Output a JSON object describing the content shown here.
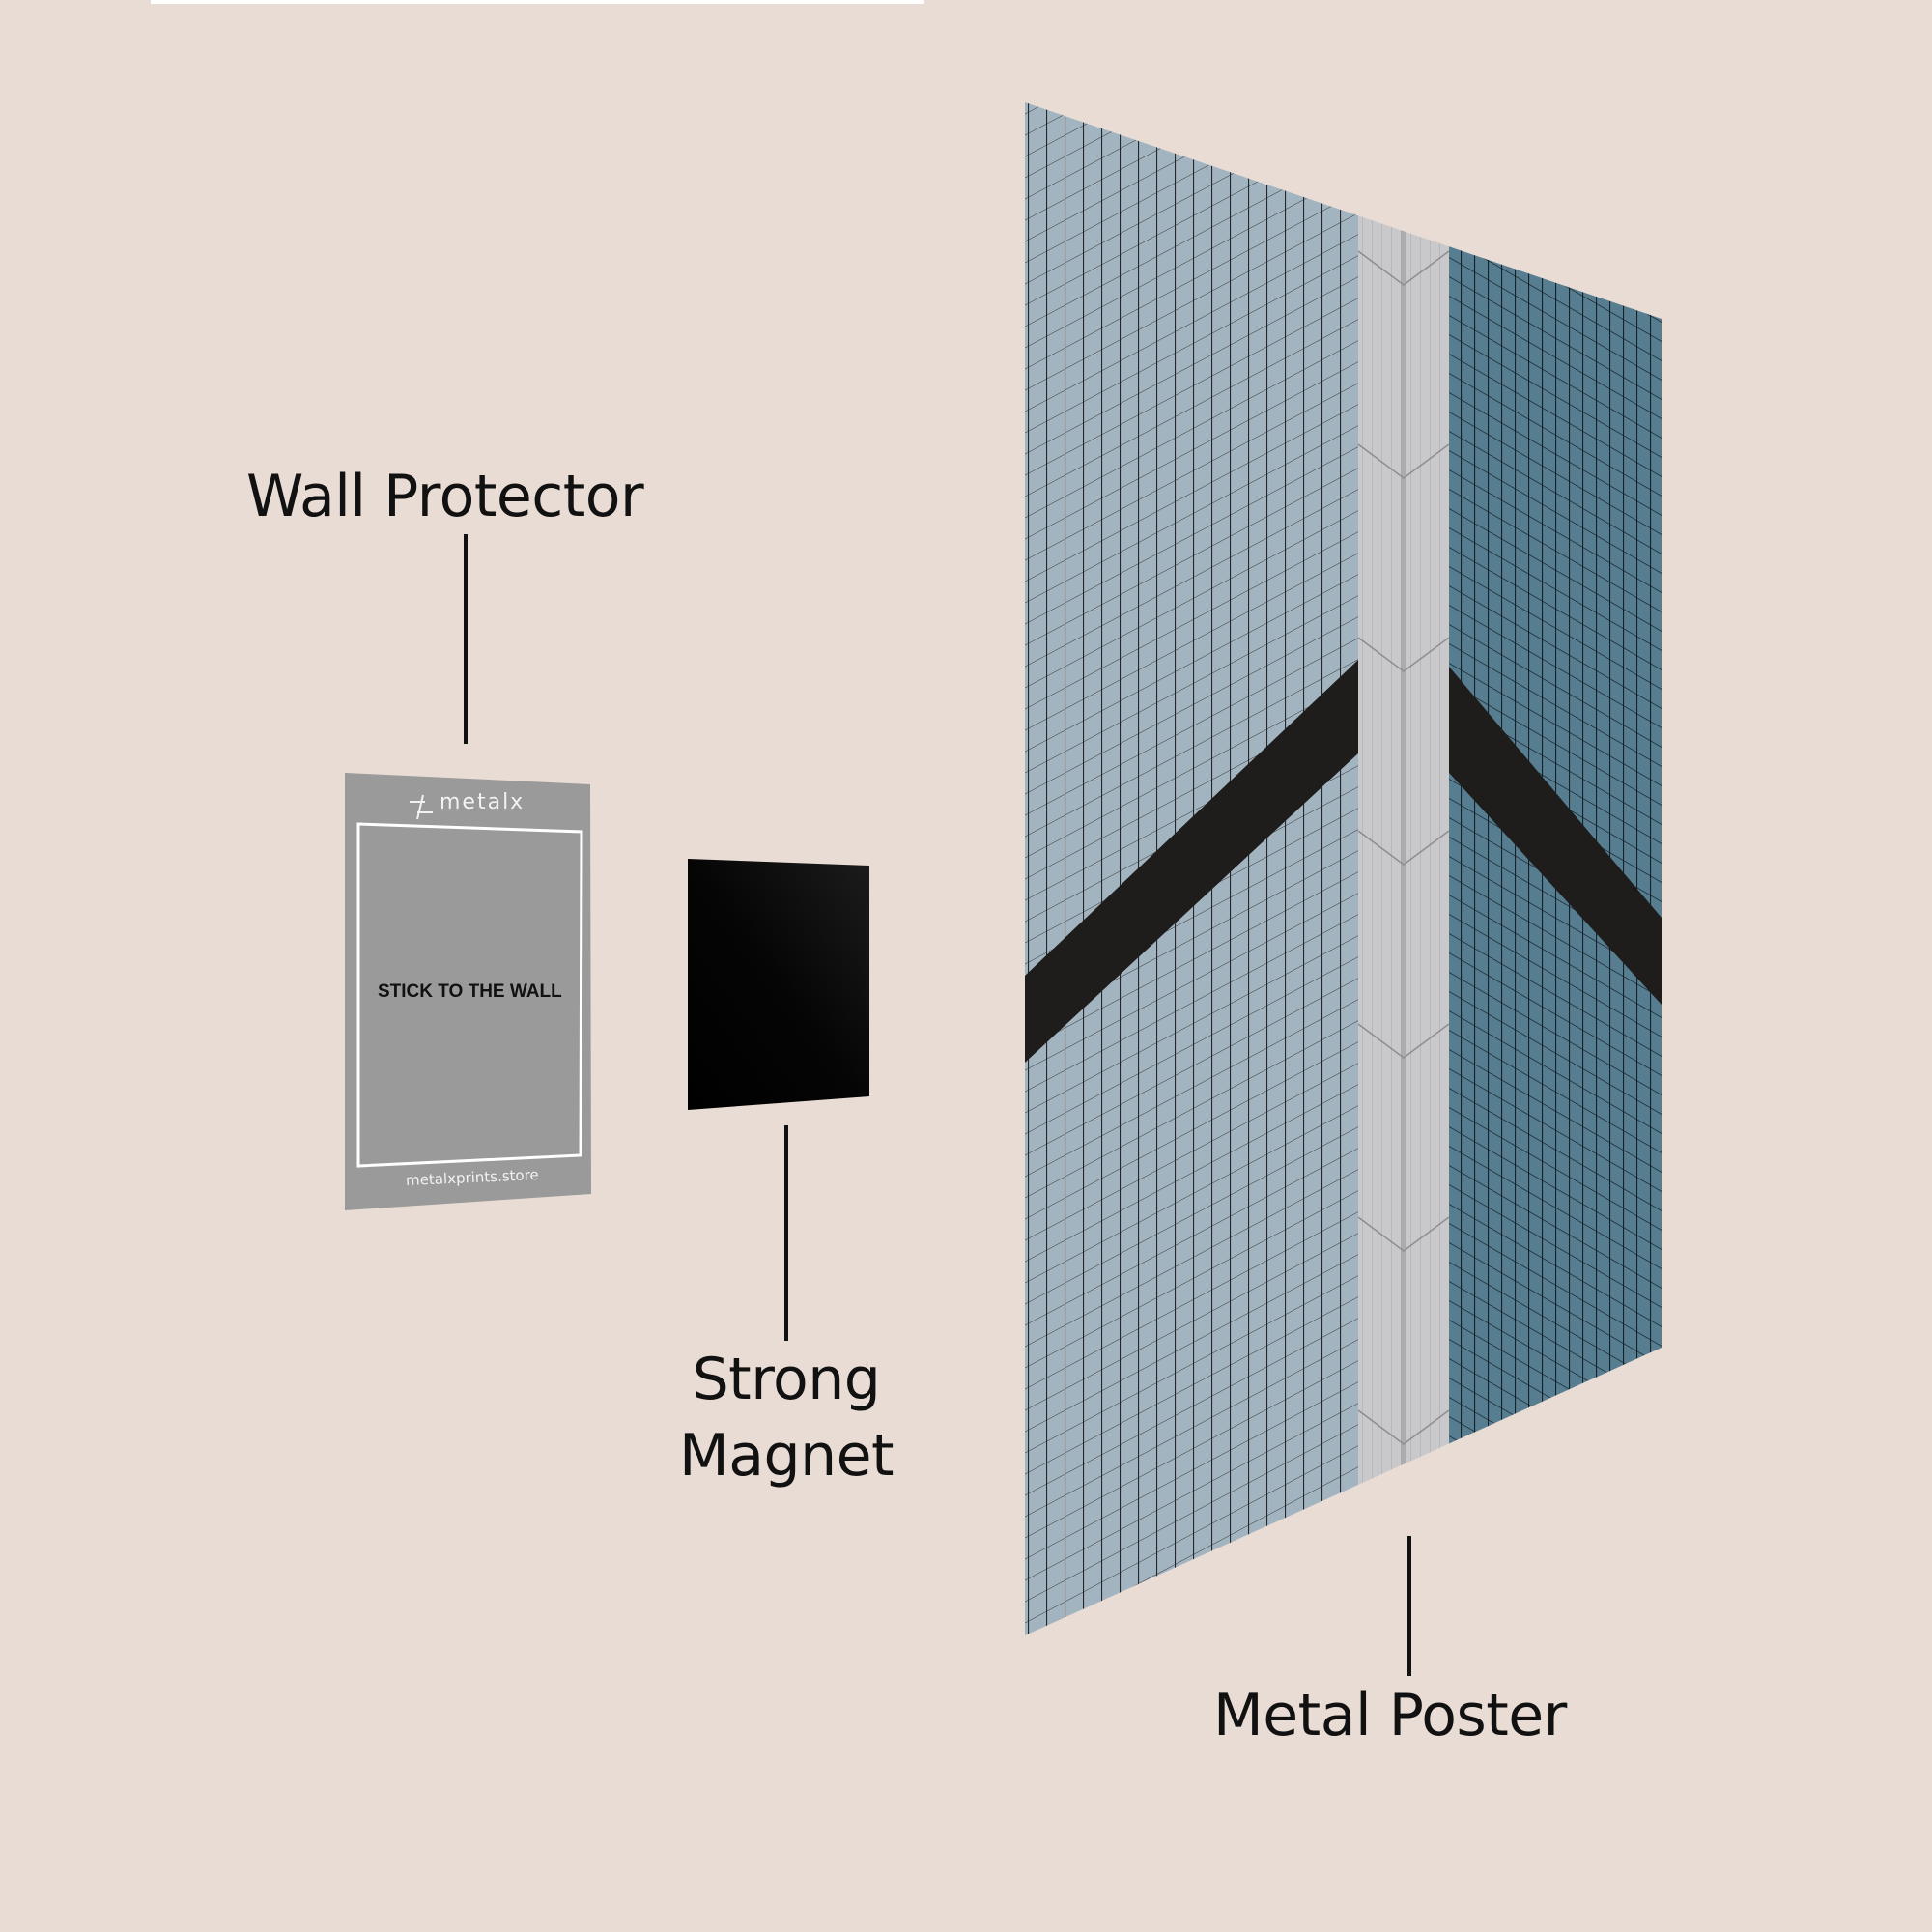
{
  "labels": {
    "wall_protector": "Wall Protector",
    "strong_magnet_line1": "Strong",
    "strong_magnet_line2": "Magnet",
    "metal_poster": "Metal Poster"
  },
  "wall_protector_card": {
    "brand": "metalx",
    "instruction": "STICK TO THE WALL",
    "website": "metalxprints.store"
  },
  "colors": {
    "background": "#e8dcd4",
    "protector_gray": "#9a9a9a",
    "magnet_black": "#050505",
    "poster_left_face": "#9fb0bd",
    "poster_right_face": "#4f7488",
    "poster_corner": "#c4c4c6",
    "label_text": "#111111"
  }
}
